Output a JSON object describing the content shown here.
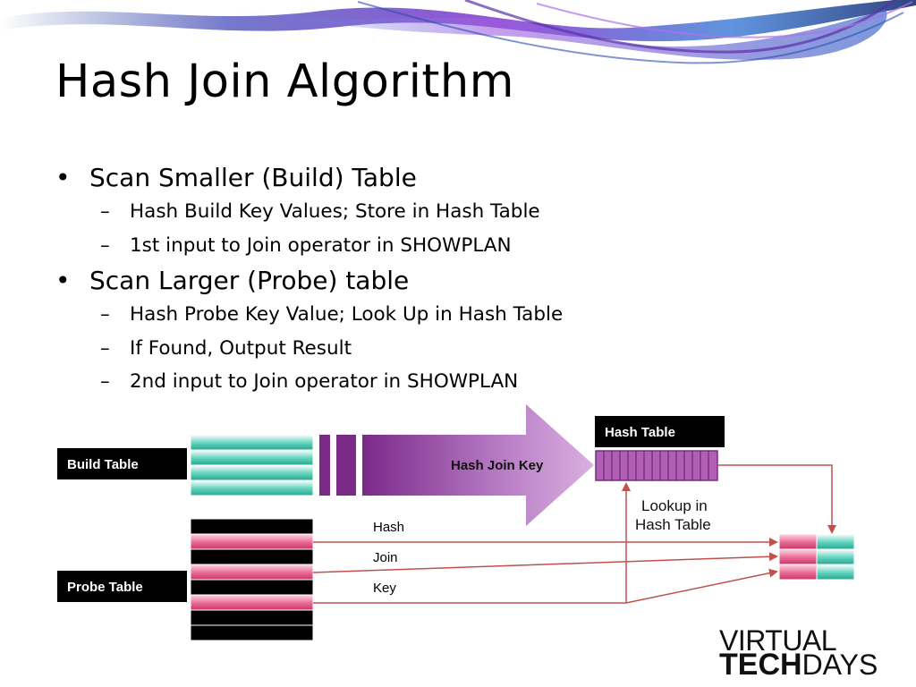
{
  "slide": {
    "title": "Hash Join Algorithm",
    "bullets": [
      {
        "text": "Scan Smaller (Build) Table",
        "sub": [
          "Hash Build Key Values; Store in Hash Table",
          "1st input to Join operator in SHOWPLAN"
        ]
      },
      {
        "text": "Scan Larger (Probe) table",
        "sub": [
          "Hash Probe Key Value; Look Up in Hash Table",
          "If Found, Output Result",
          "2nd input to Join operator in SHOWPLAN"
        ]
      }
    ],
    "bullet_glyph": "•",
    "sub_glyph": "–"
  },
  "diagram": {
    "build_table_label": "Build Table",
    "probe_table_label": "Probe Table",
    "hash_table_label": "Hash Table",
    "hash_join_key_label": "Hash Join Key",
    "lookup_label_line1": "Lookup in",
    "lookup_label_line2": "Hash Table",
    "hash_label": "Hash",
    "join_label": "Join",
    "key_label": "Key"
  },
  "logo": {
    "line1": "VIRTUAL",
    "line2_a": "TECH",
    "line2_b": "DAYS"
  },
  "colors": {
    "teal": "#3fc4ad",
    "pink": "#e0507f",
    "purple": "#7b2a8a",
    "arrow_red": "#c0504d",
    "label_box": "#000000"
  }
}
